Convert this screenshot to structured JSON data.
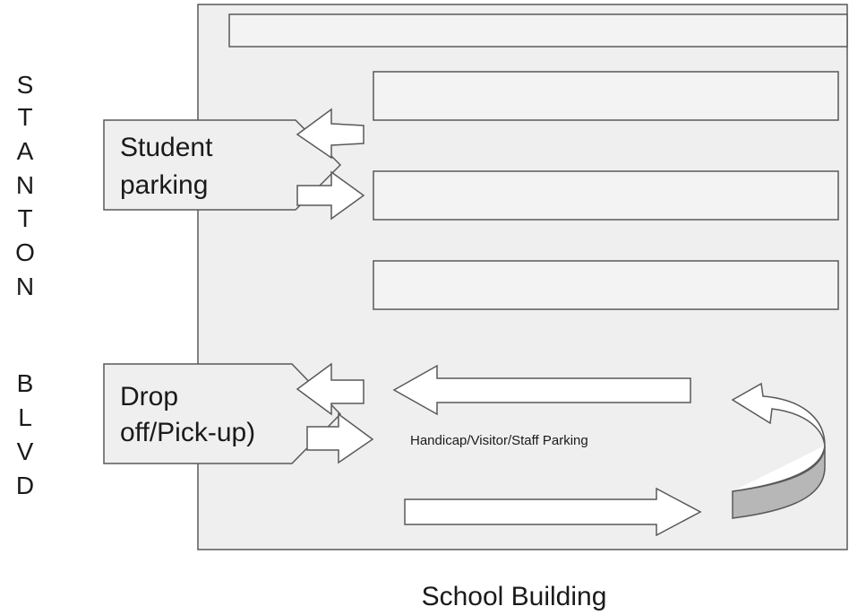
{
  "street": {
    "letters": [
      "S",
      "T",
      "A",
      "N",
      "T",
      "O",
      "N",
      "B",
      "L",
      "V",
      "D"
    ]
  },
  "callouts": {
    "student_parking": {
      "line1": "Student",
      "line2": "parking"
    },
    "drop_off": {
      "line1": "Drop",
      "line2": "off/Pick-up)"
    }
  },
  "lot": {
    "zone_label": "Handicap/Visitor/Staff Parking"
  },
  "building": {
    "label": "School Building"
  },
  "colors": {
    "lot_fill": "#efefef",
    "stroke": "#595959",
    "curved_arrow_side": "#b7b7b7"
  }
}
